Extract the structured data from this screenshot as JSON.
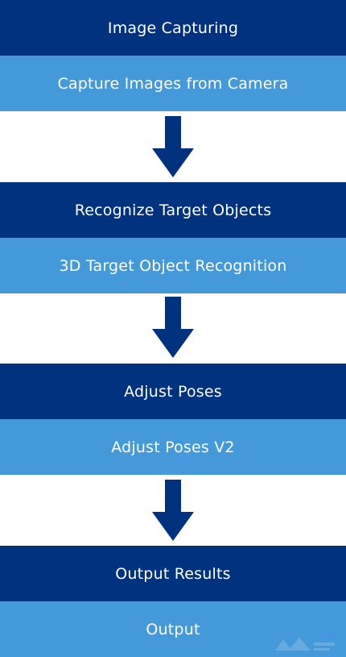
{
  "stages": [
    {
      "title": "Image Capturing",
      "step": "Capture Images from Camera"
    },
    {
      "title": "Recognize Target Objects",
      "step": "3D Target Object Recognition"
    },
    {
      "title": "Adjust Poses",
      "step": "Adjust Poses V2"
    },
    {
      "title": "Output Results",
      "step": "Output"
    }
  ],
  "colors": {
    "title_bar": "#00327f",
    "step_bar": "#4399d9",
    "arrow": "#00327f",
    "text": "#ffffff"
  },
  "icons": {
    "flow_arrow": "down-arrow-icon",
    "watermark": "logo-watermark"
  }
}
